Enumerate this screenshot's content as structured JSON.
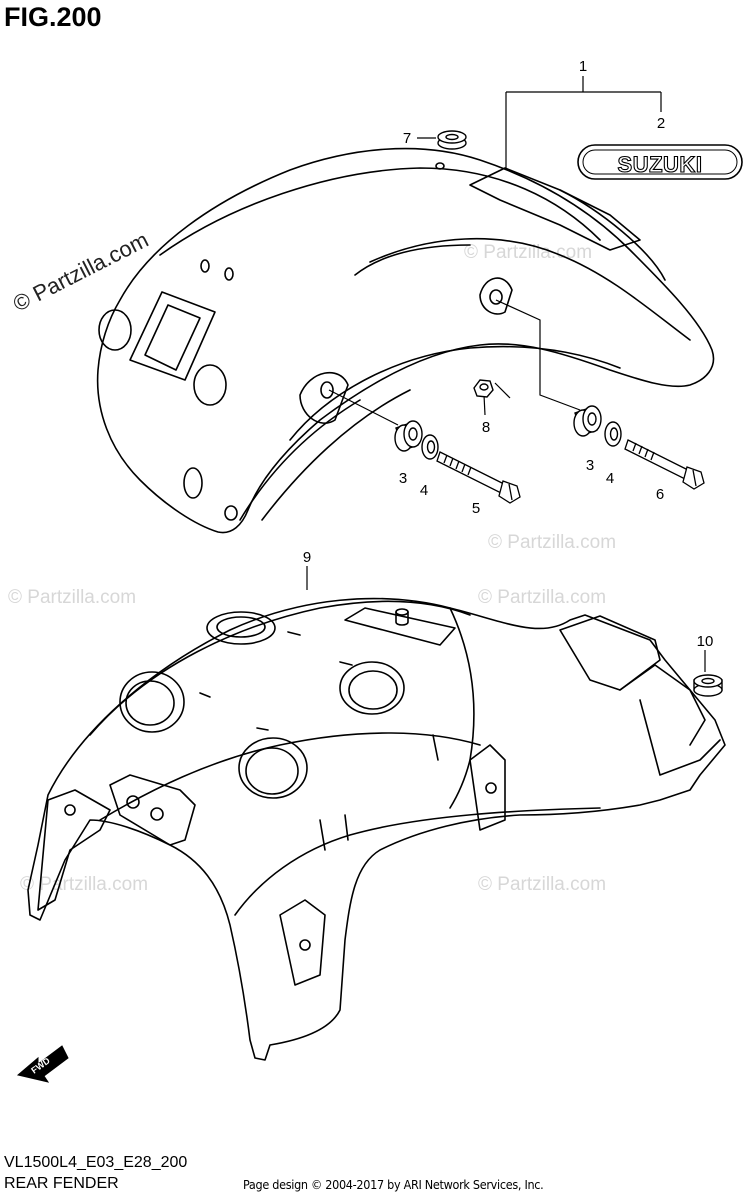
{
  "figure_label": "FIG.200",
  "model_code": "VL1500L4_E03_E28_200",
  "section_title": "REAR FENDER",
  "credit": "Page design © 2004-2017 by ARI Network Services, Inc.",
  "watermark": "© Partzilla.com",
  "decal_text": "SUZUKI",
  "fwd_text": "FWD",
  "callouts": {
    "c1": "1",
    "c2": "2",
    "c3a": "3",
    "c3b": "3",
    "c4a": "4",
    "c4b": "4",
    "c5": "5",
    "c6": "6",
    "c7": "7",
    "c8": "8",
    "c9": "9",
    "c10": "10"
  }
}
